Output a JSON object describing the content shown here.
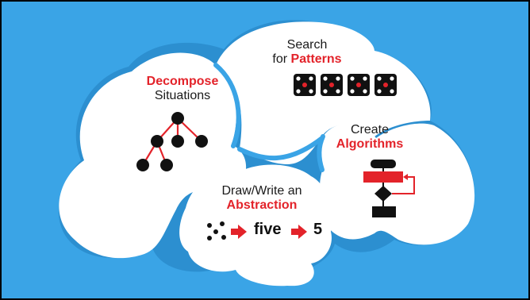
{
  "colors": {
    "background": "#3aa4e6",
    "accent": "#e3232a",
    "ink": "#111111",
    "lobe": "#ffffff"
  },
  "lobes": [
    {
      "id": "decompose",
      "line1": "Decompose",
      "line2": "Situations",
      "icon": "tree-icon"
    },
    {
      "id": "patterns",
      "line1": "Search",
      "line2_prefix": "for",
      "line2_highlight": "Patterns",
      "icon": "dice-icon"
    },
    {
      "id": "algorithms",
      "line1": "Create",
      "line2": "Algorithms",
      "icon": "flowchart-icon"
    },
    {
      "id": "abstraction",
      "line1": "Draw/Write an",
      "line2": "Abstraction",
      "icon": "abstraction-chain-icon"
    }
  ],
  "abstraction_chain": {
    "dots": "five-dots-icon",
    "word": "five",
    "numeral": "5",
    "arrow": "red-arrow-icon"
  }
}
